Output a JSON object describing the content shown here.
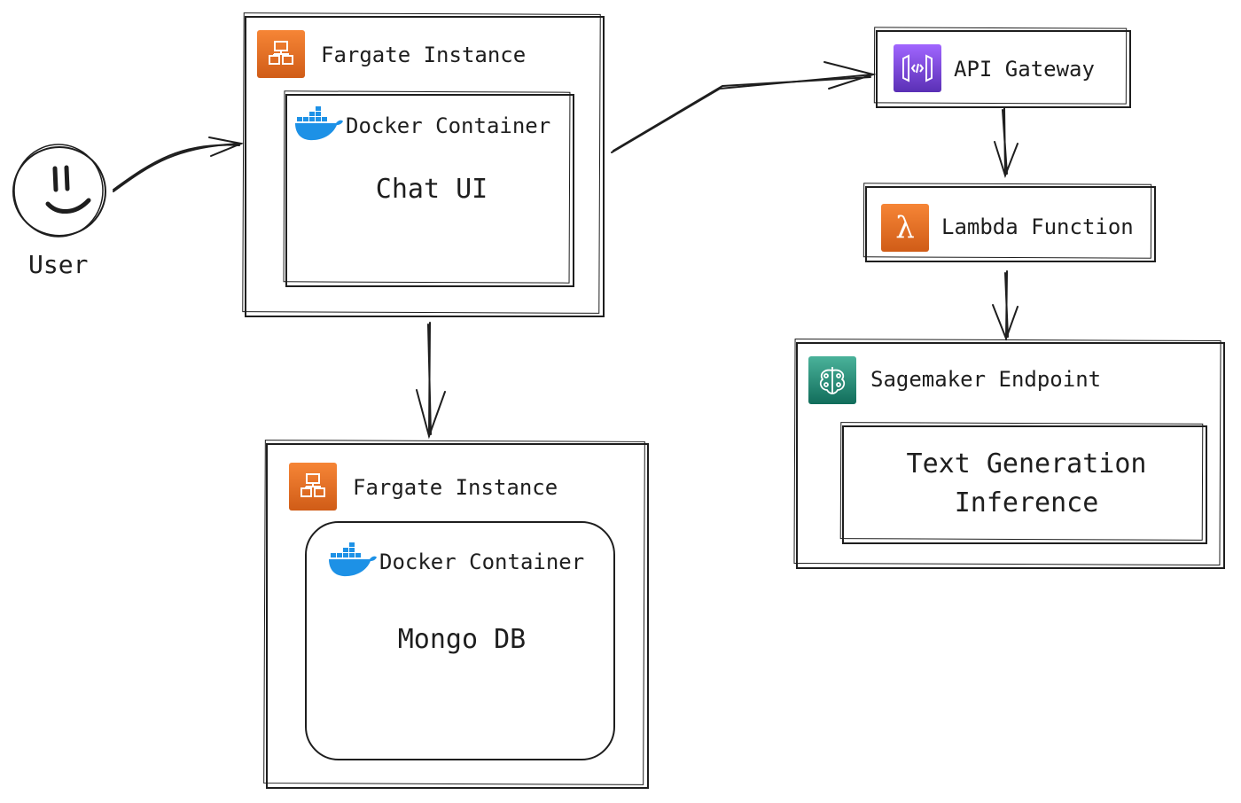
{
  "user": {
    "label": "User"
  },
  "chat_fargate": {
    "title": "Fargate Instance",
    "container_title": "Docker Container",
    "app": "Chat UI"
  },
  "db_fargate": {
    "title": "Fargate Instance",
    "container_title": "Docker Container",
    "app": "Mongo DB"
  },
  "api_gateway": {
    "label": "API Gateway"
  },
  "lambda": {
    "label": "Lambda Function"
  },
  "sagemaker": {
    "title": "Sagemaker Endpoint",
    "app_line1": "Text Generation",
    "app_line2": "Inference"
  },
  "colors": {
    "aws_compute": "#ed7100",
    "aws_network": "#8c4fff",
    "aws_ml": "#01a88d",
    "docker": "#1d91e6",
    "stroke": "#1e1e1e"
  },
  "icons": [
    "fargate-icon",
    "docker-icon",
    "api-gateway-icon",
    "lambda-icon",
    "sagemaker-icon"
  ]
}
